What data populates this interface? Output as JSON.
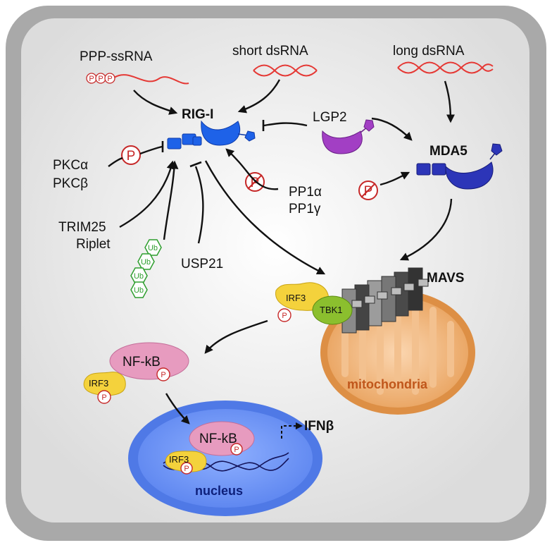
{
  "labels": {
    "ppp_ssrna": "PPP-ssRNA",
    "short_dsrna": "short dsRNA",
    "long_dsrna": "long dsRNA",
    "rigi": "RIG-I",
    "lgp2": "LGP2",
    "mda5": "MDA5",
    "pkca": "PKCα",
    "pkcb": "PKCβ",
    "pp1a": "PP1α",
    "pp1g": "PP1γ",
    "trim25": "TRIM25",
    "riplet": "Riplet",
    "usp21": "USP21",
    "mavs": "MAVS",
    "irf3": "IRF3",
    "tbk1": "TBK1",
    "nfkb": "NF-kB",
    "mitochondria": "mitochondria",
    "nucleus": "nucleus",
    "ifnb": "IFNβ"
  },
  "glyphs": {
    "phospho": "P",
    "ppp": "P",
    "ubiquitin": "Ub"
  },
  "colors": {
    "cell_border": "#8a8a8a",
    "cytoplasm": "#efefef",
    "rigi_blue": "#1e62e8",
    "mda5_blue": "#2c35b8",
    "lgp2_purple": "#a23fc4",
    "rna_red": "#e53935",
    "phospho_red": "#c62828",
    "ub_green": "#2e9e2e",
    "irf3_yellow": "#f4d23c",
    "tbk1_green": "#8bbf2e",
    "nfkb_pink": "#e79bbf",
    "mito_orange": "#e8a25a",
    "nucleus_blue": "#5b86f0"
  }
}
